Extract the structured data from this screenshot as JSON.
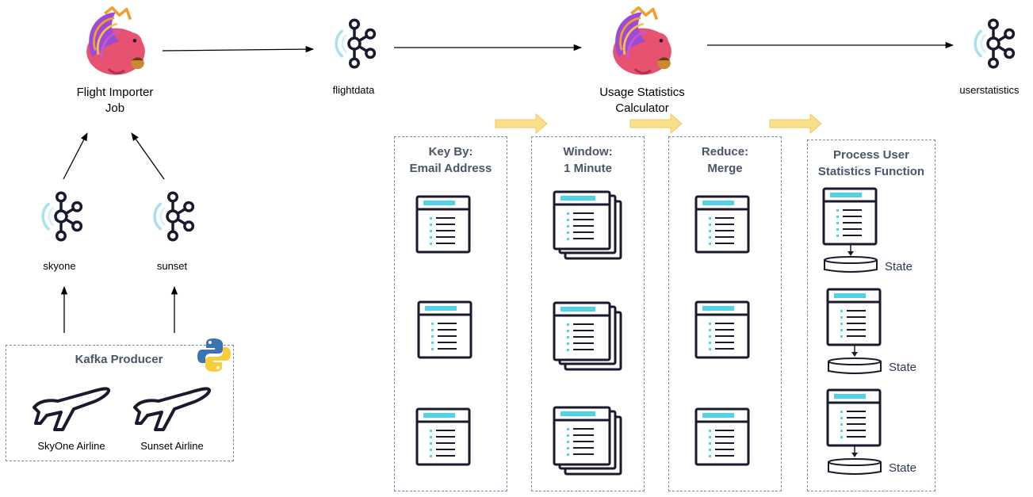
{
  "nodes": {
    "flight_importer": "Flight Importer\nJob",
    "flightdata": "flightdata",
    "usage_stats": "Usage Statistics\nCalculator",
    "userstatistics": "userstatistics",
    "skyone_topic": "skyone",
    "sunset_topic": "sunset"
  },
  "producer": {
    "title": "Kafka Producer",
    "airline1": "SkyOne Airline",
    "airline2": "Sunset Airline"
  },
  "stages": [
    {
      "title": "Key By:\nEmail Address"
    },
    {
      "title": "Window:\n1 Minute"
    },
    {
      "title": "Reduce:\nMerge"
    },
    {
      "title": "Process User\nStatistics Function"
    }
  ],
  "state_label": "State",
  "icons": {
    "flink": "flink-squirrel-icon",
    "kafka": "kafka-icon",
    "python": "python-icon",
    "airplane": "airplane-icon",
    "operator": "operator-window-icon"
  },
  "colors": {
    "flink_pink": "#e6526f",
    "flink_purple": "#9b4bd6",
    "kafka_dark": "#1a1a2e",
    "kafka_accent": "#7fd0e8",
    "window_accent": "#4fd3e8",
    "yellow_arrow": "#f8df8c",
    "dash": "#7a8aa8"
  }
}
